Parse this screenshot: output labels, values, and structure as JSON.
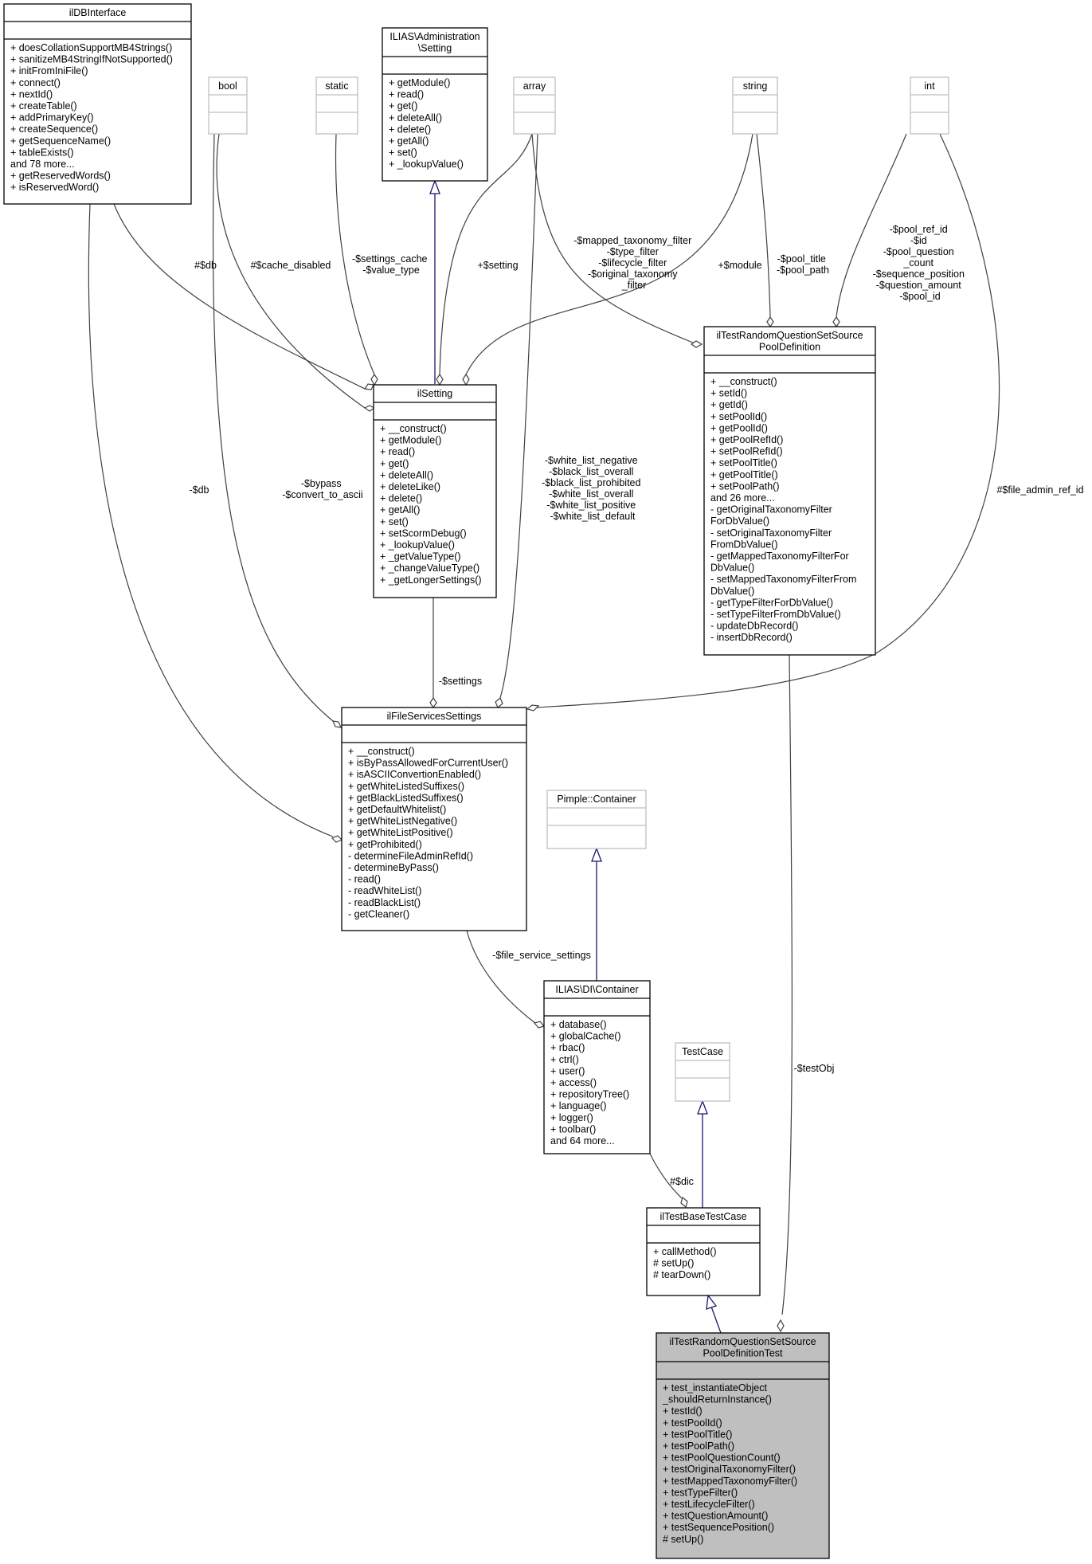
{
  "classes": {
    "ilDBInterface": {
      "title": [
        "ilDBInterface"
      ],
      "attributes": [],
      "operations": [
        "+ doesCollationSupportMB4Strings()",
        "+ sanitizeMB4StringIfNotSupported()",
        "+ initFromIniFile()",
        "+ connect()",
        "+ nextId()",
        "+ createTable()",
        "+ addPrimaryKey()",
        "+ createSequence()",
        "+ getSequenceName()",
        "+ tableExists()",
        "and 78 more...",
        "+ getReservedWords()",
        "+ isReservedWord()"
      ]
    },
    "bool": {
      "title": [
        "bool"
      ],
      "attributes": [],
      "operations": []
    },
    "static": {
      "title": [
        "static"
      ],
      "attributes": [],
      "operations": []
    },
    "AdminSetting": {
      "title": [
        "ILIAS\\Administration",
        "\\Setting"
      ],
      "attributes": [],
      "operations": [
        "+ getModule()",
        "+ read()",
        "+ get()",
        "+ deleteAll()",
        "+ delete()",
        "+ getAll()",
        "+ set()",
        "+ _lookupValue()"
      ]
    },
    "array": {
      "title": [
        "array"
      ],
      "attributes": [],
      "operations": []
    },
    "string": {
      "title": [
        "string"
      ],
      "attributes": [],
      "operations": []
    },
    "int": {
      "title": [
        "int"
      ],
      "attributes": [],
      "operations": []
    },
    "ilSetting": {
      "title": [
        "ilSetting"
      ],
      "attributes": [],
      "operations": [
        "+ __construct()",
        "+ getModule()",
        "+ read()",
        "+ get()",
        "+ deleteAll()",
        "+ deleteLike()",
        "+ delete()",
        "+ getAll()",
        "+ set()",
        "+ setScormDebug()",
        "+ _lookupValue()",
        "+ _getValueType()",
        "+ _changeValueType()",
        "+ _getLongerSettings()"
      ]
    },
    "PoolDefinition": {
      "title": [
        "ilTestRandomQuestionSetSource",
        "PoolDefinition"
      ],
      "attributes": [],
      "operations": [
        "+ __construct()",
        "+ setId()",
        "+ getId()",
        "+ setPoolId()",
        "+ getPoolId()",
        "+ getPoolRefId()",
        "+ setPoolRefId()",
        "+ setPoolTitle()",
        "+ getPoolTitle()",
        "+ setPoolPath()",
        "and 26 more...",
        "- getOriginalTaxonomyFilter",
        "ForDbValue()",
        "- setOriginalTaxonomyFilter",
        "FromDbValue()",
        "- getMappedTaxonomyFilterFor",
        "DbValue()",
        "- setMappedTaxonomyFilterFrom",
        "DbValue()",
        "- getTypeFilterForDbValue()",
        "- setTypeFilterFromDbValue()",
        "- updateDbRecord()",
        "- insertDbRecord()"
      ]
    },
    "ilFileServicesSettings": {
      "title": [
        "ilFileServicesSettings"
      ],
      "attributes": [],
      "operations": [
        "+ __construct()",
        "+ isByPassAllowedForCurrentUser()",
        "+ isASCIIConvertionEnabled()",
        "+ getWhiteListedSuffixes()",
        "+ getBlackListedSuffixes()",
        "+ getDefaultWhitelist()",
        "+ getWhiteListNegative()",
        "+ getWhiteListPositive()",
        "+ getProhibited()",
        "- determineFileAdminRefId()",
        "- determineByPass()",
        "- read()",
        "- readWhiteList()",
        "- readBlackList()",
        "- getCleaner()"
      ]
    },
    "Pimple": {
      "title": [
        "Pimple::Container"
      ],
      "attributes": [],
      "operations": []
    },
    "DIContainer": {
      "title": [
        "ILIAS\\DI\\Container"
      ],
      "attributes": [],
      "operations": [
        "+ database()",
        "+ globalCache()",
        "+ rbac()",
        "+ ctrl()",
        "+ user()",
        "+ access()",
        "+ repositoryTree()",
        "+ language()",
        "+ logger()",
        "+ toolbar()",
        "and 64 more..."
      ]
    },
    "TestCase": {
      "title": [
        "TestCase"
      ],
      "attributes": [],
      "operations": []
    },
    "ilTestBaseTestCase": {
      "title": [
        "ilTestBaseTestCase"
      ],
      "attributes": [],
      "operations": [
        "+ callMethod()",
        "# setUp()",
        "# tearDown()"
      ]
    },
    "FocusTest": {
      "title": [
        "ilTestRandomQuestionSetSource",
        "PoolDefinitionTest"
      ],
      "attributes": [],
      "operations": [
        "+ test_instantiateObject",
        "_shouldReturnInstance()",
        "+ testId()",
        "+ testPoolId()",
        "+ testPoolTitle()",
        "+ testPoolPath()",
        "+ testPoolQuestionCount()",
        "+ testOriginalTaxonomyFilter()",
        "+ testMappedTaxonomyFilter()",
        "+ testTypeFilter()",
        "+ testLifecycleFilter()",
        "+ testQuestionAmount()",
        "+ testSequencePosition()",
        "# setUp()"
      ]
    }
  },
  "edge_labels": {
    "db_ilsetting": [
      "#$db"
    ],
    "cache_disabled": [
      "#$cache_disabled"
    ],
    "settings_cache": [
      "-$settings_cache",
      "-$value_type"
    ],
    "setting": [
      "+$setting"
    ],
    "pool_filters": [
      "-$mapped_taxonomy_filter",
      "-$type_filter",
      "-$lifecycle_filter",
      "-$original_taxonomy",
      "_filter"
    ],
    "module": [
      "+$module"
    ],
    "pool_title": [
      "-$pool_title",
      "-$pool_path"
    ],
    "pool_ids": [
      "-$pool_ref_id",
      "-$id",
      "-$pool_question",
      "_count",
      "-$sequence_position",
      "-$question_amount",
      "-$pool_id"
    ],
    "db_fs": [
      "-$db"
    ],
    "bypass": [
      "-$bypass",
      "-$convert_to_ascii"
    ],
    "lists": [
      "-$white_list_negative",
      "-$black_list_overall",
      "-$black_list_prohibited",
      "-$white_list_overall",
      "-$white_list_positive",
      "-$white_list_default"
    ],
    "file_admin": [
      "#$file_admin_ref_id"
    ],
    "settings": [
      "-$settings"
    ],
    "file_service_settings": [
      "-$file_service_settings"
    ],
    "dic": [
      "#$dic"
    ],
    "testobj": [
      "-$testObj"
    ]
  }
}
